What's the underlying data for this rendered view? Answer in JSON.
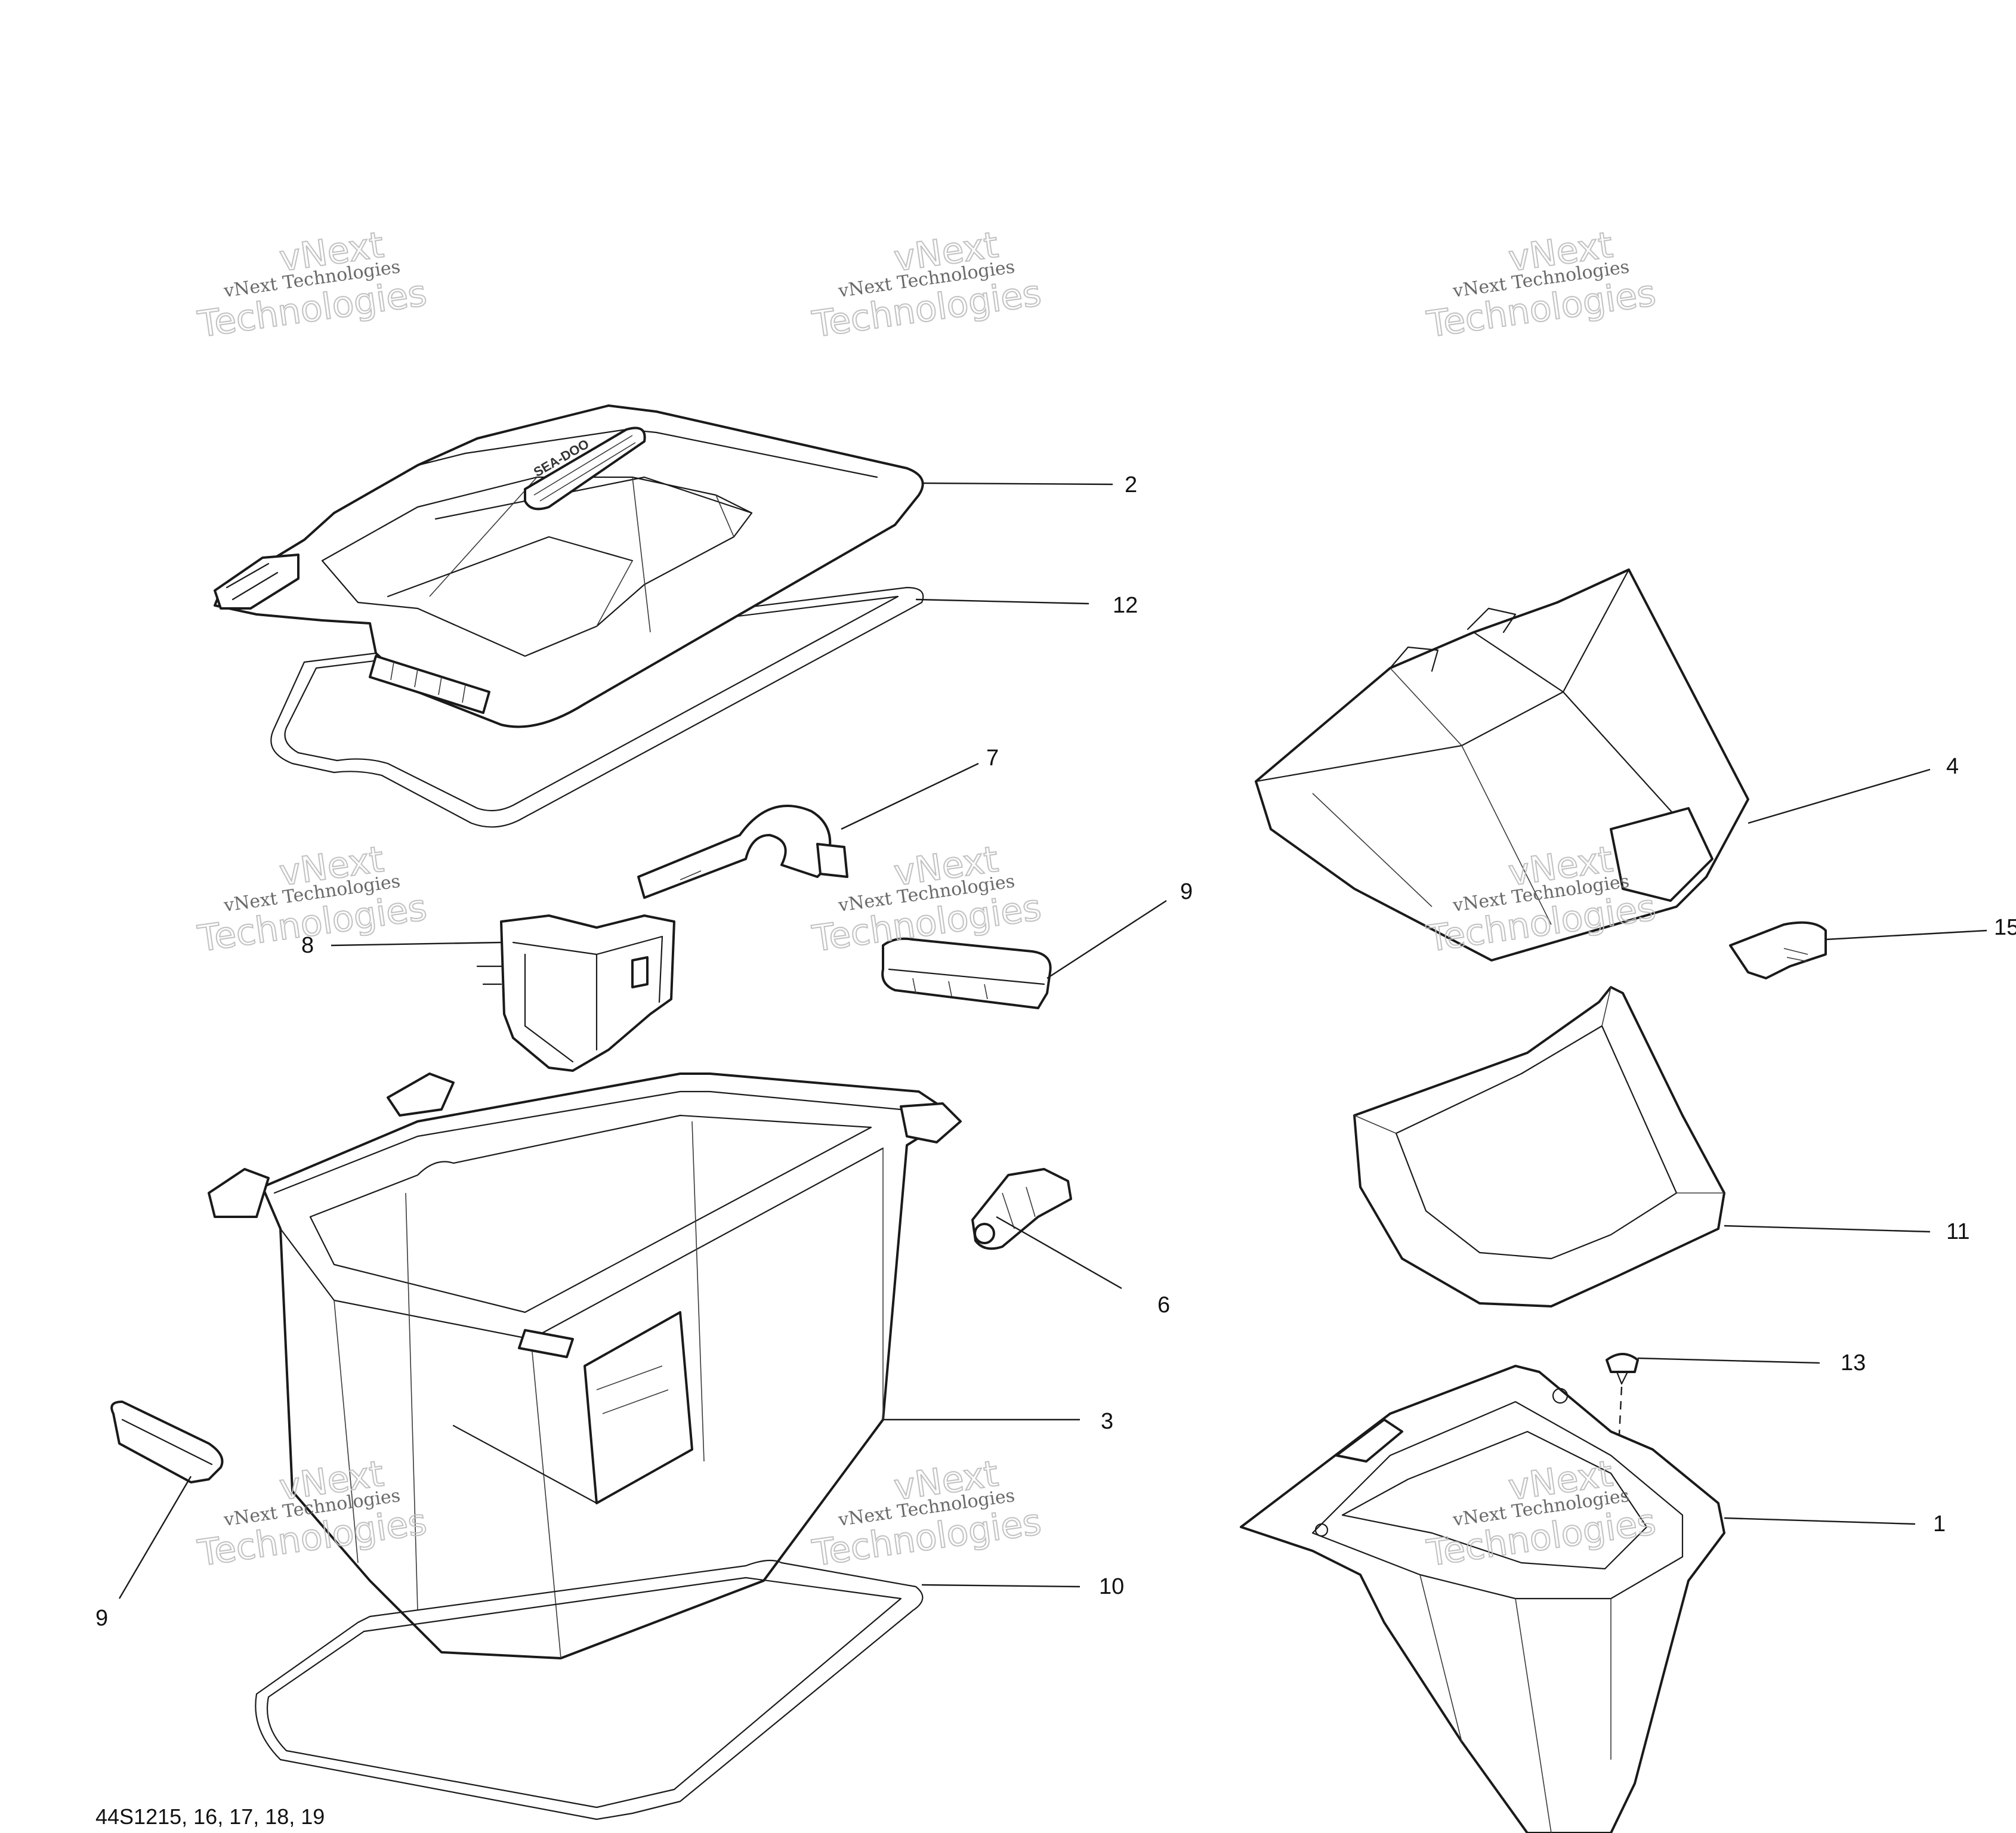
{
  "callouts": [
    {
      "label": "1"
    },
    {
      "label": "2"
    },
    {
      "label": "3"
    },
    {
      "label": "4"
    },
    {
      "label": "6"
    },
    {
      "label": "7"
    },
    {
      "label": "8"
    },
    {
      "label": "9"
    },
    {
      "label": "9"
    },
    {
      "label": "10"
    },
    {
      "label": "11"
    },
    {
      "label": "12"
    },
    {
      "label": "13"
    },
    {
      "label": "15"
    }
  ],
  "watermark": {
    "small": "vNext Technologies",
    "big_line1": "vNext",
    "big_line2": "Technologies"
  },
  "document_code": "44S1215, 16, 17, 18, 19",
  "lid_logo_text": "SEA-DOO"
}
